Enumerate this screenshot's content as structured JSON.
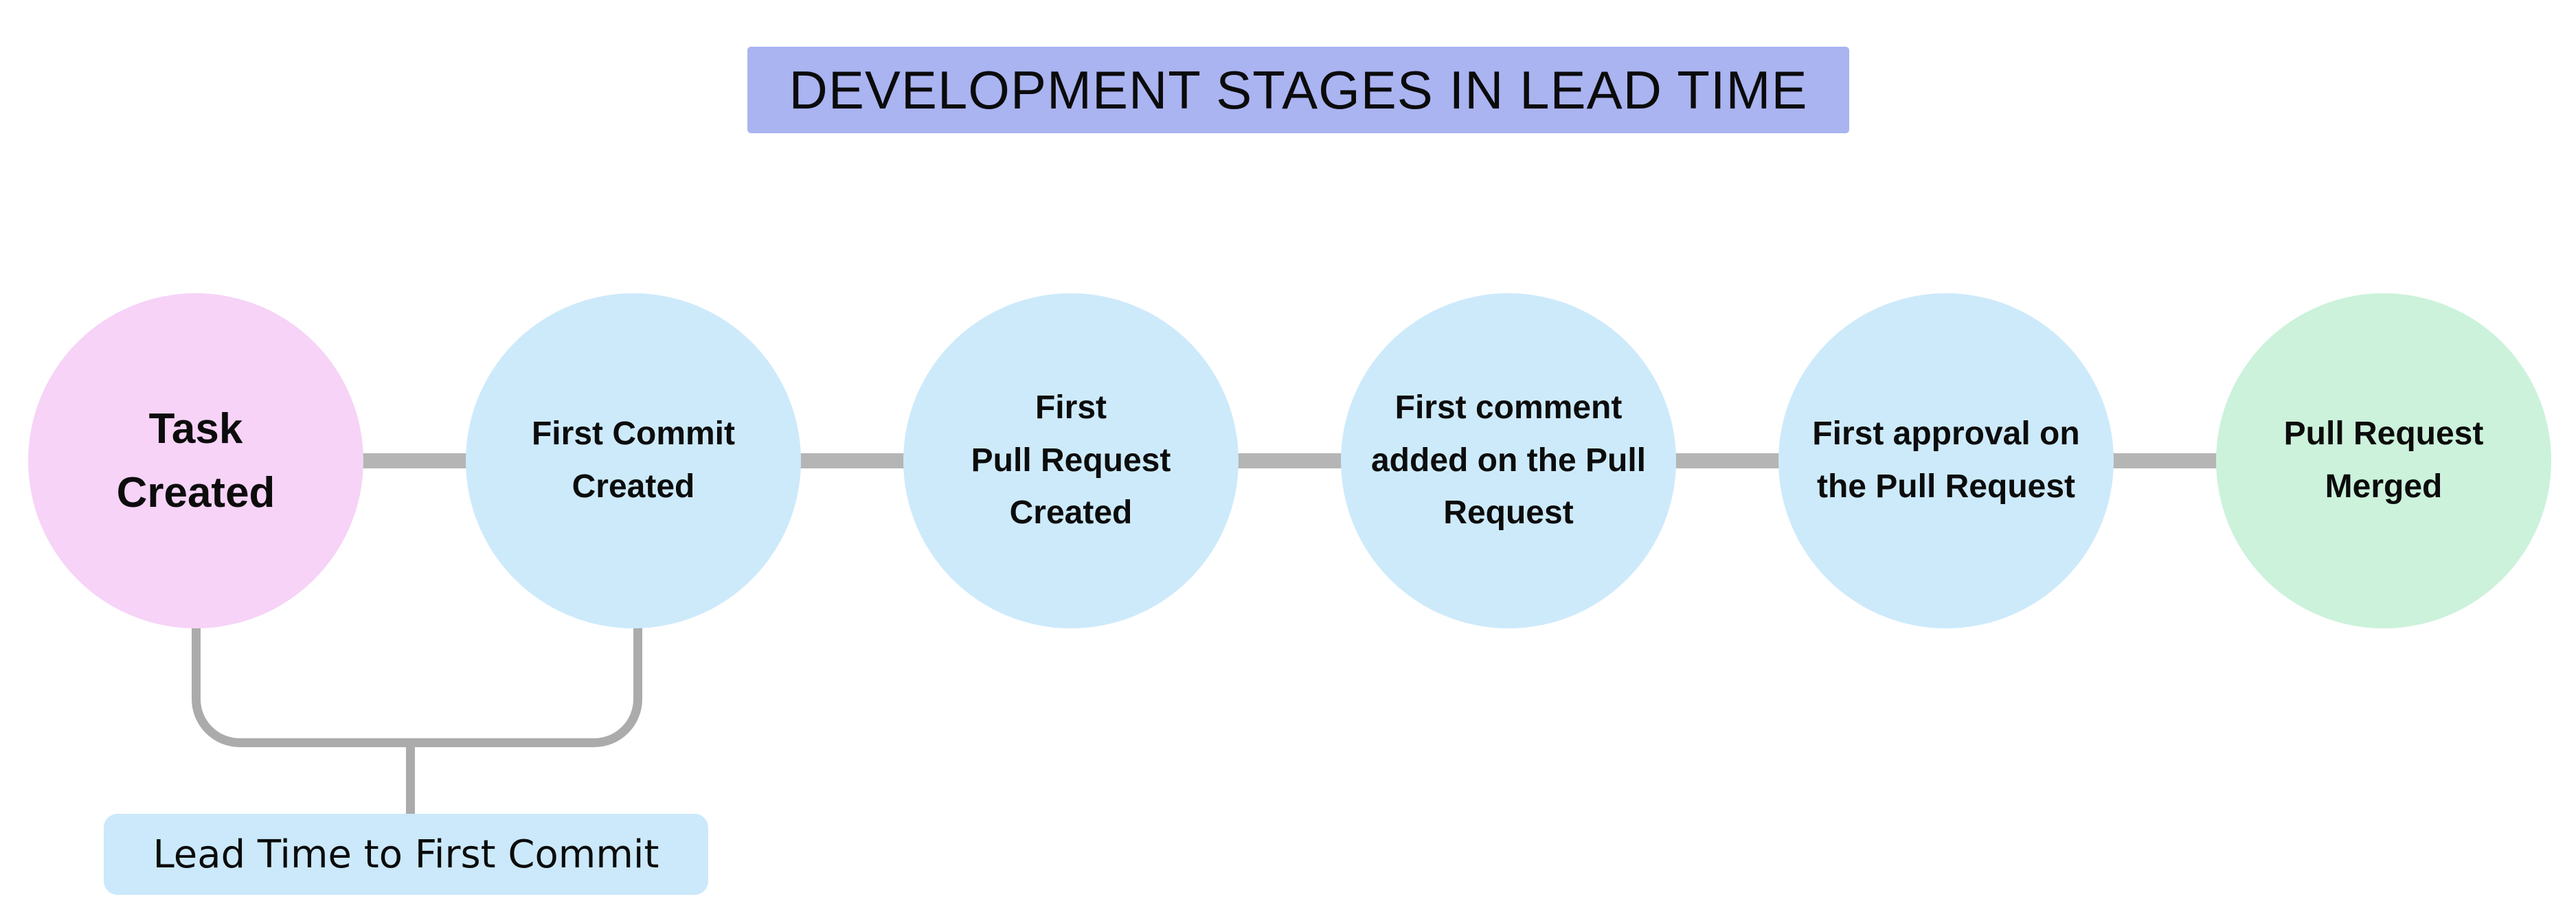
{
  "title": {
    "text": "DEVELOPMENT STAGES IN LEAD TIME",
    "bg_color": "#aab4f1"
  },
  "diagram": {
    "connector_color": "#b5b5b5",
    "bracket_color": "#ababab",
    "stages": [
      {
        "label": "Task\nCreated",
        "color": "#f6d3f7"
      },
      {
        "label": "First Commit\nCreated",
        "color": "#cdeafb"
      },
      {
        "label": "First\nPull Request\nCreated",
        "color": "#cdeafb"
      },
      {
        "label": "First comment\nadded on the Pull\nRequest",
        "color": "#cdeafb"
      },
      {
        "label": "First approval on\nthe Pull Request",
        "color": "#cdeafb"
      },
      {
        "label": "Pull Request\nMerged",
        "color": "#ccf2db"
      }
    ],
    "annotation": {
      "label": "Lead Time to First Commit",
      "bg_color": "#cbe9fa"
    }
  }
}
